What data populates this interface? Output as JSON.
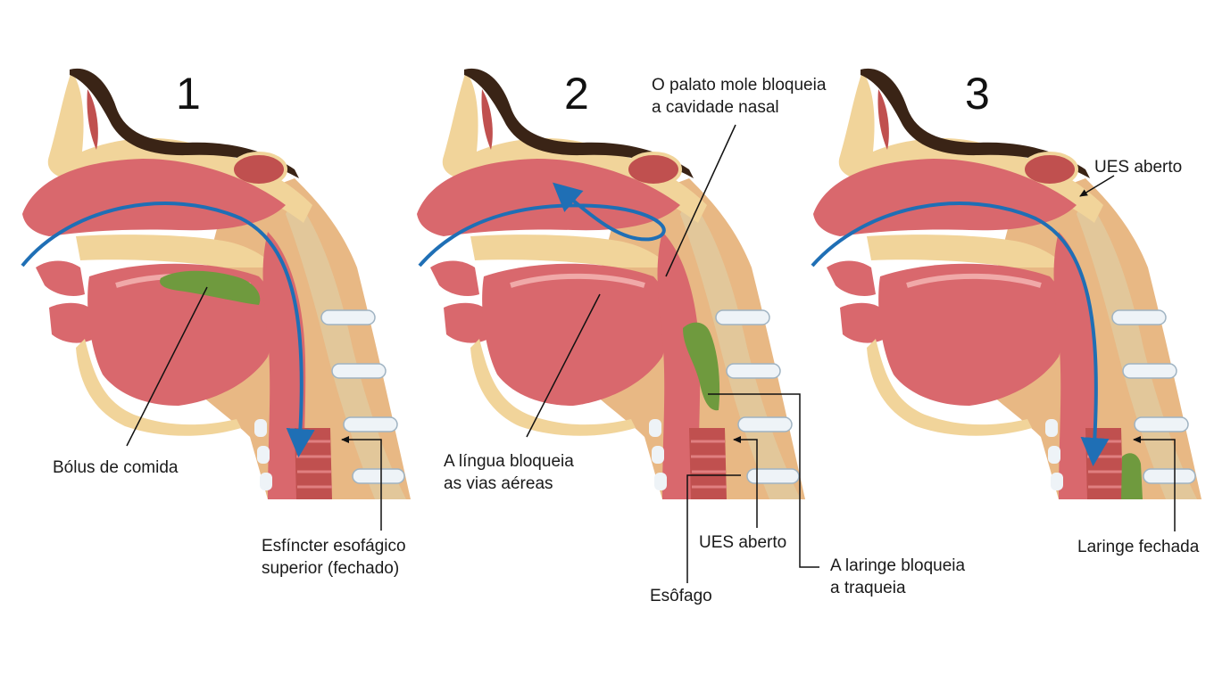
{
  "panels": [
    {
      "number": "1",
      "labels": {
        "bolus": "Bólus de comida",
        "sphincter_l1": "Esfíncter esofágico",
        "sphincter_l2": "superior (fechado)"
      }
    },
    {
      "number": "2",
      "labels": {
        "palate_l1": "O palato mole bloqueia",
        "palate_l2": "a cavidade nasal",
        "tongue_l1": "A língua bloqueia",
        "tongue_l2": "as vias aéreas",
        "ues": "UES aberto",
        "esophagus": "Esôfago",
        "larynx_l1": "A laringe bloqueia",
        "larynx_l2": "a traqueia"
      }
    },
    {
      "number": "3",
      "labels": {
        "ues": "UES aberto",
        "larynx": "Laringe fechada"
      }
    }
  ],
  "colors": {
    "bone": "#f1d49a",
    "tissue": "#d9686d",
    "tissue_light": "#f0a9a8",
    "hair": "#3a2416",
    "arrow": "#1f6fb5",
    "bolus": "#6f9a3e",
    "vertebra": "#e2c79a",
    "disc": "#eef3f7",
    "skin": "#e8b884"
  }
}
